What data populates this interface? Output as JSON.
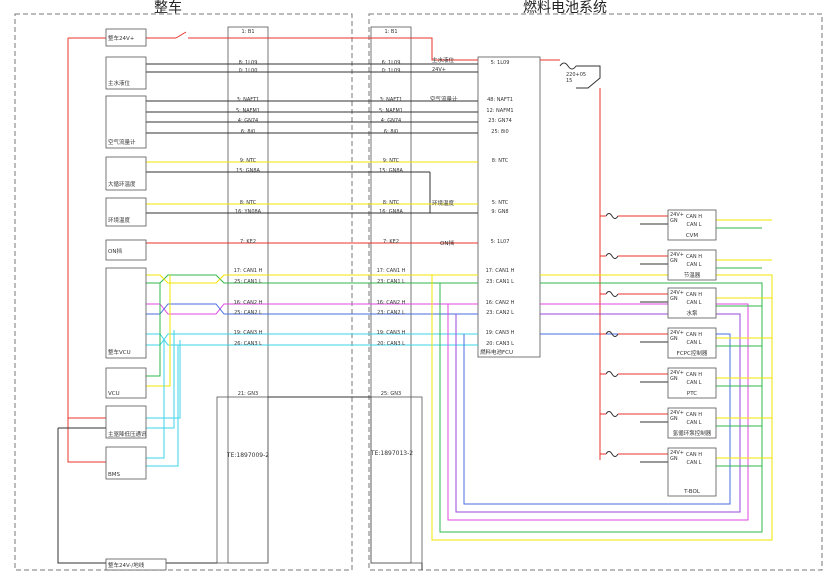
{
  "titles": {
    "left": "整车",
    "right": "燃料电池系统"
  },
  "left_blocks": {
    "b24v": "整车24V+",
    "water": "主水液位",
    "air": "空气流量计",
    "loop": "大循环温度",
    "env": "环境温度",
    "on": "ON挡",
    "vcu_main": "整车VCU",
    "vcu": "VCU",
    "dcdc": "主驱降低压通讯",
    "bms": "BMS",
    "gnd": "整车24V-/地线"
  },
  "connectors": {
    "left": {
      "label": "TE:1897009-2",
      "pins": [
        "1: B1",
        "8: 1L09",
        "0: 1L00",
        "3: NAFT1",
        "5: NAFM1",
        "4: GN74",
        "6: 8i0",
        "9: NTC",
        "15: GN8A",
        "8: NTC",
        "16: YN08A",
        "7: KE2",
        "17: CAN1 H",
        "25: CAN1 L",
        "16: CAN2 H",
        "25: CAN2 L",
        "19: CAN3 H",
        "26: CAN3 L",
        "21: GN3"
      ]
    },
    "right": {
      "label": "TE:1897013-2",
      "pins": [
        "1: B1",
        "6: 1L09",
        "0: 1L09",
        "3: NAFT1",
        "5: NAFM1",
        "4: GN74",
        "6: 8i0",
        "9: NTC",
        "15: GN8A",
        "8: NTC",
        "16: GN8A",
        "7: KE2",
        "17: CAN1 H",
        "23: CAN1 L",
        "16: CAN2 H",
        "23: CAN2 L",
        "19: CAN3 H",
        "20: CAN3 L",
        "25: GN3"
      ]
    }
  },
  "fcu": {
    "label": "燃料电池FCU",
    "pins": [
      "5: 1L09",
      "48: NAFT1",
      "12: NAFM1",
      "23: GN74",
      "25: 8i0",
      "8: NTC",
      "5: NTC",
      "9: GN8",
      "5: 1L07",
      "17: CAN1 H",
      "23: CAN1 L",
      "16: CAN2 H",
      "23: CAN2 L",
      "19: CAN3 H",
      "20: CAN3 L"
    ]
  },
  "mid_labels": {
    "water": "主水液位",
    "water_sub": "24V+",
    "air": "空气流量计",
    "env": "环境温度",
    "on": "ON挡"
  },
  "fuse": {
    "label": "220+05",
    "sub": "15"
  },
  "right_blocks": [
    {
      "label": "CVM",
      "pins": [
        "24V+",
        "GN"
      ]
    },
    {
      "label": "节温器",
      "pins": [
        "24V+",
        "GN"
      ]
    },
    {
      "label": "水泵",
      "pins": [
        "24V+",
        "GN"
      ]
    },
    {
      "label": "FCPC控制器",
      "pins": [
        "24V+",
        "GN"
      ]
    },
    {
      "label": "PTC",
      "pins": [
        "24V+",
        "GN"
      ]
    },
    {
      "label": "氢循环泵控制器",
      "pins": [
        "24V+",
        "GN"
      ]
    },
    {
      "label": "T-BOL",
      "pins": [
        "24V+",
        "GN"
      ]
    }
  ],
  "can_pins": {
    "h": "CAN H",
    "l": "CAN L",
    "h1": "CAN1 H",
    "l1": "CAN1 L",
    "h2": "CAN2 H",
    "l2": "CAN2 L"
  },
  "colors": {
    "power": "#e8332a",
    "signal": "#333333",
    "can_green": "#2fb84a",
    "can_yellow": "#f2e600",
    "can_magenta": "#e048e0",
    "can_blue": "#4a6ee0",
    "can_cyan": "#3cd4e8",
    "can_violet": "#9a4adc",
    "frame": "#777777"
  }
}
